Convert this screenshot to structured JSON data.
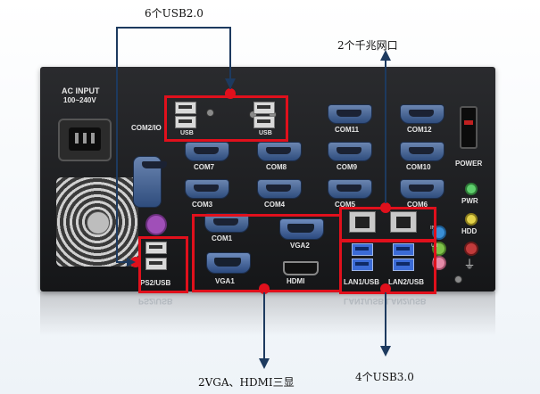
{
  "annotations": {
    "usb2": "6个USB2.0",
    "lan": "2个千兆网口",
    "video": "2VGA、HDMI三显",
    "usb3": "4个USB3.0"
  },
  "panel_labels": {
    "ac_input": "AC INPUT",
    "voltage": "100~240V",
    "com2": "COM2/IO",
    "usb_left": "USB",
    "usb_right": "USB",
    "com11": "COM11",
    "com12": "COM12",
    "com7": "COM7",
    "com8": "COM8",
    "com9": "COM9",
    "com10": "COM10",
    "com3": "COM3",
    "com4": "COM4",
    "com5": "COM5",
    "com6": "COM6",
    "com1": "COM1",
    "vga2": "VGA2",
    "vga1": "VGA1",
    "hdmi": "HDMI",
    "ps2_usb": "PS2/USB",
    "lan1": "LAN1/USB",
    "lan2": "LAN2/USB",
    "power": "POWER",
    "pwr": "PWR",
    "hdd": "HDD",
    "in": "IN",
    "out": "UT",
    "mic": "C"
  },
  "reflection_labels": {
    "ps2": "PS2/USB",
    "lan": "LAN1/USB  LAN2/USB"
  },
  "colors": {
    "highlight": "#e0101c",
    "pointer": "#1d3a5f",
    "panel": "#1f2023",
    "db9_blue": "#4a69a0",
    "usb3_blue": "#3b6bd6"
  }
}
